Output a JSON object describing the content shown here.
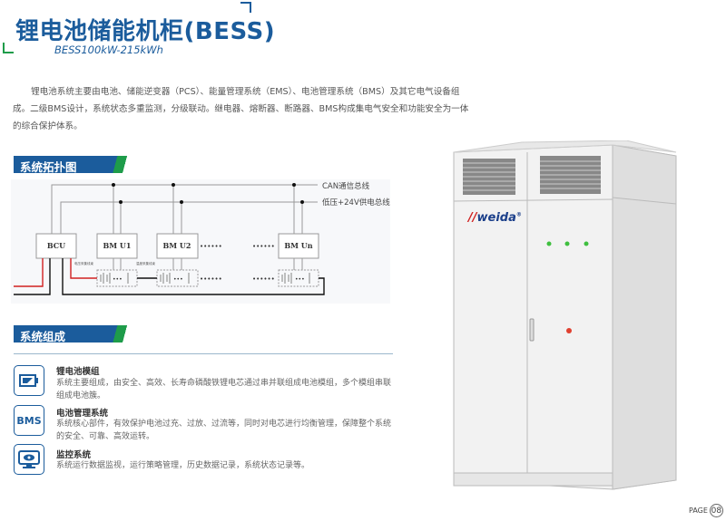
{
  "header": {
    "title": "锂电池储能机柜(BESS)",
    "subtitle": "BESS100kW-215kWh"
  },
  "intro": "锂电池系统主要由电池、储能逆变器（PCS）、能量管理系统（EMS）、电池管理系统（BMS）及其它电气设备组成。二级BMS设计，系统状态多重监测，分级联动。继电器、熔断器、断路器、BMS构成集电气安全和功能安全为一体的综合保护体系。",
  "sections": {
    "topology": "系统拓扑图",
    "composition": "系统组成"
  },
  "diagram": {
    "can_bus": "CAN通信总线",
    "power_bus": "低压+24V供电总线",
    "bcu": "BCU",
    "bmu1": "BM U1",
    "bmu2": "BM U2",
    "bmun": "BM Un",
    "ellipsis": "••••••",
    "voltage_harness": "电压采集线束",
    "temp_harness": "温度采集线束"
  },
  "items": [
    {
      "icon": "battery-icon",
      "title": "锂电池模组",
      "desc": "系统主要组成，由安全、高效、长寿命磷酸铁锂电芯通过串并联组成电池模组，多个模组串联组成电池簇。"
    },
    {
      "icon": "bms-icon",
      "icon_text": "BMS",
      "title": "电池管理系统",
      "desc": "系统核心部件，有效保护电池过充、过放、过流等，同时对电芯进行均衡管理，保障整个系统的安全、可靠、高效运转。"
    },
    {
      "icon": "monitor-eye-icon",
      "title": "监控系统",
      "desc": "系统运行数据监视，运行策略管理，历史数据记录，系统状态记录等。"
    }
  ],
  "product": {
    "brand": "weida",
    "registered": "®"
  },
  "footer": {
    "page_label": "PAGE",
    "page_number": "08"
  },
  "colors": {
    "brand_blue": "#1b5c9c",
    "accent_green": "#1e9c4a",
    "led_green": "#3fbf3f",
    "button_red": "#e04030"
  }
}
